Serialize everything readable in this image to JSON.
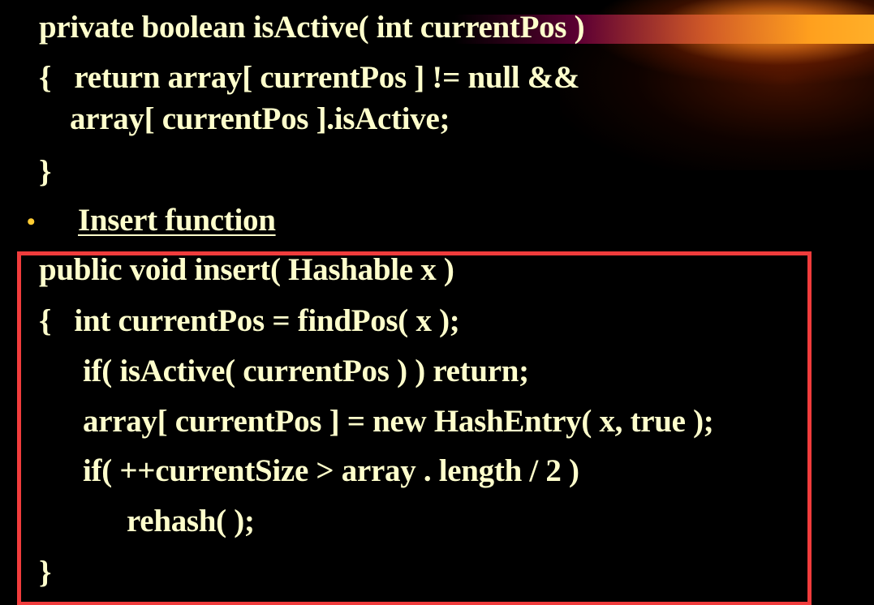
{
  "code_top": {
    "line1": "private boolean isActive( int currentPos )",
    "line2": "{   return array[ currentPos ] != null &&",
    "line3": "array[ currentPos ].isActive;",
    "line4": "}"
  },
  "section": {
    "bullet": "•",
    "heading": "Insert function"
  },
  "code_insert": {
    "line1": "public void insert( Hashable x )",
    "line2": "{   int currentPos = findPos( x );",
    "line3": "if( isActive( currentPos ) ) return;",
    "line4": "array[ currentPos ] = new HashEntry( x, true );",
    "line5": "if( ++currentSize > array . length / 2 )",
    "line6": "rehash( );",
    "line7": "}"
  },
  "colors": {
    "background": "#000000",
    "text": "#FFFFCC",
    "bullet": "#FFCC33",
    "highlight_border": "#F03C3C"
  }
}
